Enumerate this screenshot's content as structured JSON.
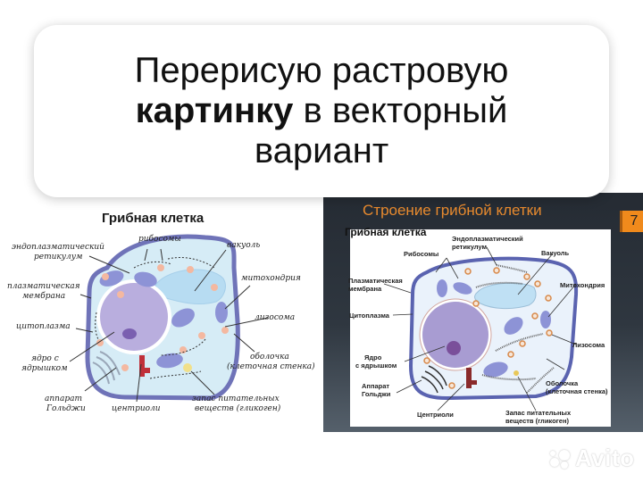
{
  "overlay": {
    "line1": "Перерисую растровую",
    "line2_bold": "картинку",
    "line2_rest": " в векторный",
    "line3": "вариант"
  },
  "left_diagram": {
    "title": "Грибная клетка",
    "labels": {
      "ribosomes": "рибосомы",
      "er_1": "эндоплазматический",
      "er_2": "ретикулум",
      "vacuole": "вакуоль",
      "membrane_1": "плазматическая",
      "membrane_2": "мембрана",
      "mitochondria": "митохондрия",
      "lysosome": "лизосома",
      "cytoplasm": "цитоплазма",
      "nucleus_1": "ядро с",
      "nucleus_2": "ядрышком",
      "wall_1": "оболочка",
      "wall_2": "(клеточная стенка)",
      "golgi_1": "аппарат",
      "golgi_2": "Гольджи",
      "centrioles": "центриоли",
      "storage_1": "запас питательных",
      "storage_2": "веществ (гликоген)"
    }
  },
  "right_slide": {
    "title": "Строение грибной клетки",
    "page_number": "7",
    "panel_heading": "Грибная клетка",
    "labels": {
      "er_1": "Эндоплазматический",
      "er_2": "ретикулум",
      "ribosomes": "Рибосомы",
      "vacuole": "Вакуоль",
      "membrane_1": "Плазматическая",
      "membrane_2": "мембрана",
      "mitochondria": "Митохондрия",
      "cytoplasm": "Цитоплазма",
      "lysosome": "Лизосома",
      "nucleus_1": "Ядро",
      "nucleus_2": "с ядрышком",
      "golgi_1": "Аппарат",
      "golgi_2": "Гольджи",
      "wall_1": "Оболочка",
      "wall_2": "(клеточная стенка)",
      "centrioles": "Центриоли",
      "storage_1": "Запас питательных",
      "storage_2": "веществ (гликоген)"
    }
  },
  "watermark": {
    "text": "Avito"
  },
  "colors": {
    "slide_title": "#e88a2e",
    "slide_badge": "#f08a1c",
    "cell_wall": "#6f73b8",
    "cytoplasm": "#d6ecf6",
    "nucleus": "#b9aede"
  }
}
